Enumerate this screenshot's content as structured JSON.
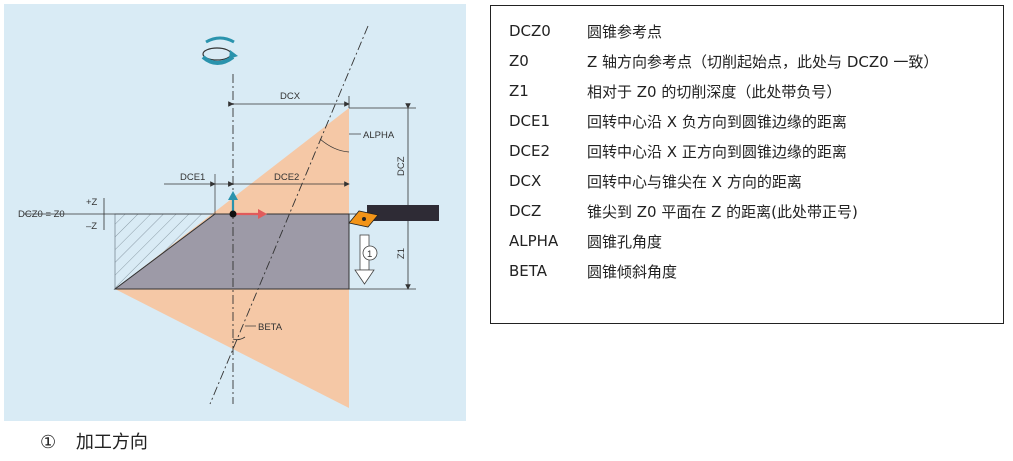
{
  "diagram": {
    "labels": {
      "dcx": "DCX",
      "dce1": "DCE1",
      "dce2": "DCE2",
      "dcz": "DCZ",
      "z1": "Z1",
      "alpha": "ALPHA",
      "beta": "BETA",
      "plus_z": "+Z",
      "minus_z": "–Z",
      "dcz0_z0": "DCZ0 = Z0",
      "callout": "1"
    },
    "colors": {
      "background": "#d9ebf5",
      "cone": "#f5c8a6",
      "workpiece": "#9d9aa7",
      "tool": "#2e2b35",
      "insert": "#f29418",
      "accent": "#2a93ad"
    }
  },
  "footnote": {
    "marker": "①",
    "text": "加工方向"
  },
  "legend": {
    "rows": [
      {
        "term": "DCZ0",
        "desc": "圆锥参考点"
      },
      {
        "term": "Z0",
        "desc": "Z 轴方向参考点（切削起始点，此处与 DCZ0 一致）"
      },
      {
        "term": "Z1",
        "desc": "相对于 Z0 的切削深度（此处带负号）"
      },
      {
        "term": "DCE1",
        "desc": "回转中心沿 X 负方向到圆锥边缘的距离"
      },
      {
        "term": "DCE2",
        "desc": "回转中心沿 X 正方向到圆锥边缘的距离"
      },
      {
        "term": "DCX",
        "desc": "回转中心与锥尖在 X 方向的距离"
      },
      {
        "term": "DCZ",
        "desc": "锥尖到 Z0 平面在 Z 的距离(此处带正号)"
      },
      {
        "term": "ALPHA",
        "desc": "圆锥孔角度"
      },
      {
        "term": "BETA",
        "desc": "圆锥倾斜角度"
      }
    ]
  }
}
